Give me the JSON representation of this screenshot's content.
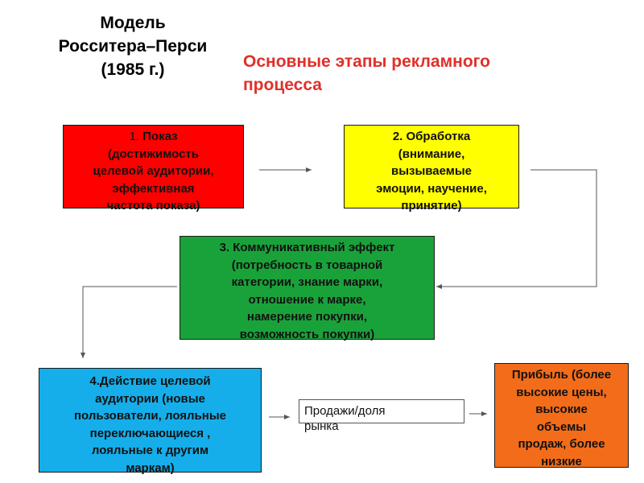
{
  "title": {
    "lines": [
      "Модель",
      "Росситера–Перси",
      "(1985 г.)"
    ]
  },
  "subtitle": {
    "lines": [
      "Основные этапы рекламного",
      "процесса"
    ]
  },
  "boxes": {
    "show": {
      "number": "1. ",
      "lines": [
        "Показ",
        "(достижимость",
        "целевой аудитории,",
        "эффективная",
        "частота показа)"
      ],
      "color": "#ff0000"
    },
    "processing": {
      "lines": [
        "2. Обработка",
        "(внимание,",
        "вызываемые",
        "эмоции, научение,",
        "принятие)"
      ],
      "color": "#ffff00"
    },
    "communication": {
      "lines": [
        "3. Коммуникативный эффект",
        "(потребность в товарной",
        "категории, знание марки,",
        "отношение к марке,",
        "намерение покупки,",
        "возможность покупки)"
      ],
      "color": "#1aa23a"
    },
    "action": {
      "lines": [
        "4.Действие целевой",
        "аудитории (новые",
        "пользователи,  лояльные",
        "переключающиеся ,",
        "лояльные к другим",
        "маркам)"
      ],
      "color": "#15aeea"
    },
    "profit": {
      "lines": [
        "Прибыль (более",
        "высокие цены,",
        "высокие",
        "объемы",
        "продаж, более",
        "низкие"
      ],
      "color": "#f36c1a"
    }
  },
  "sales": {
    "lines": [
      "Продажи/доля",
      "рынка"
    ]
  },
  "colors": {
    "subtitle": "#e0302a",
    "arrow": "#555555"
  }
}
